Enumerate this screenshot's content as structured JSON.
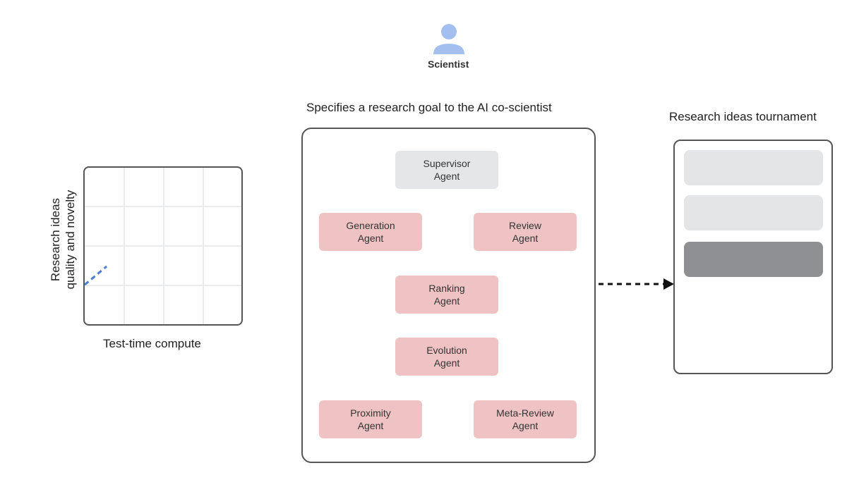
{
  "scientist": {
    "label": "Scientist",
    "icon": "person-icon",
    "color": "#a3bff0"
  },
  "chart": {
    "y_label_line1": "Research ideas",
    "y_label_line2": "quality and novelty",
    "x_label": "Test-time compute",
    "line_color": "#4a7fd4"
  },
  "main": {
    "title": "Specifies a research goal to the AI co-scientist",
    "agents": [
      {
        "line1": "Supervisor",
        "line2": "Agent"
      },
      {
        "line1": "Generation",
        "line2": "Agent"
      },
      {
        "line1": "Review",
        "line2": "Agent"
      },
      {
        "line1": "Ranking",
        "line2": "Agent"
      },
      {
        "line1": "Evolution",
        "line2": "Agent"
      },
      {
        "line1": "Proximity",
        "line2": "Agent"
      },
      {
        "line1": "Meta-Review",
        "line2": "Agent"
      }
    ]
  },
  "tournament": {
    "title": "Research ideas tournament"
  }
}
